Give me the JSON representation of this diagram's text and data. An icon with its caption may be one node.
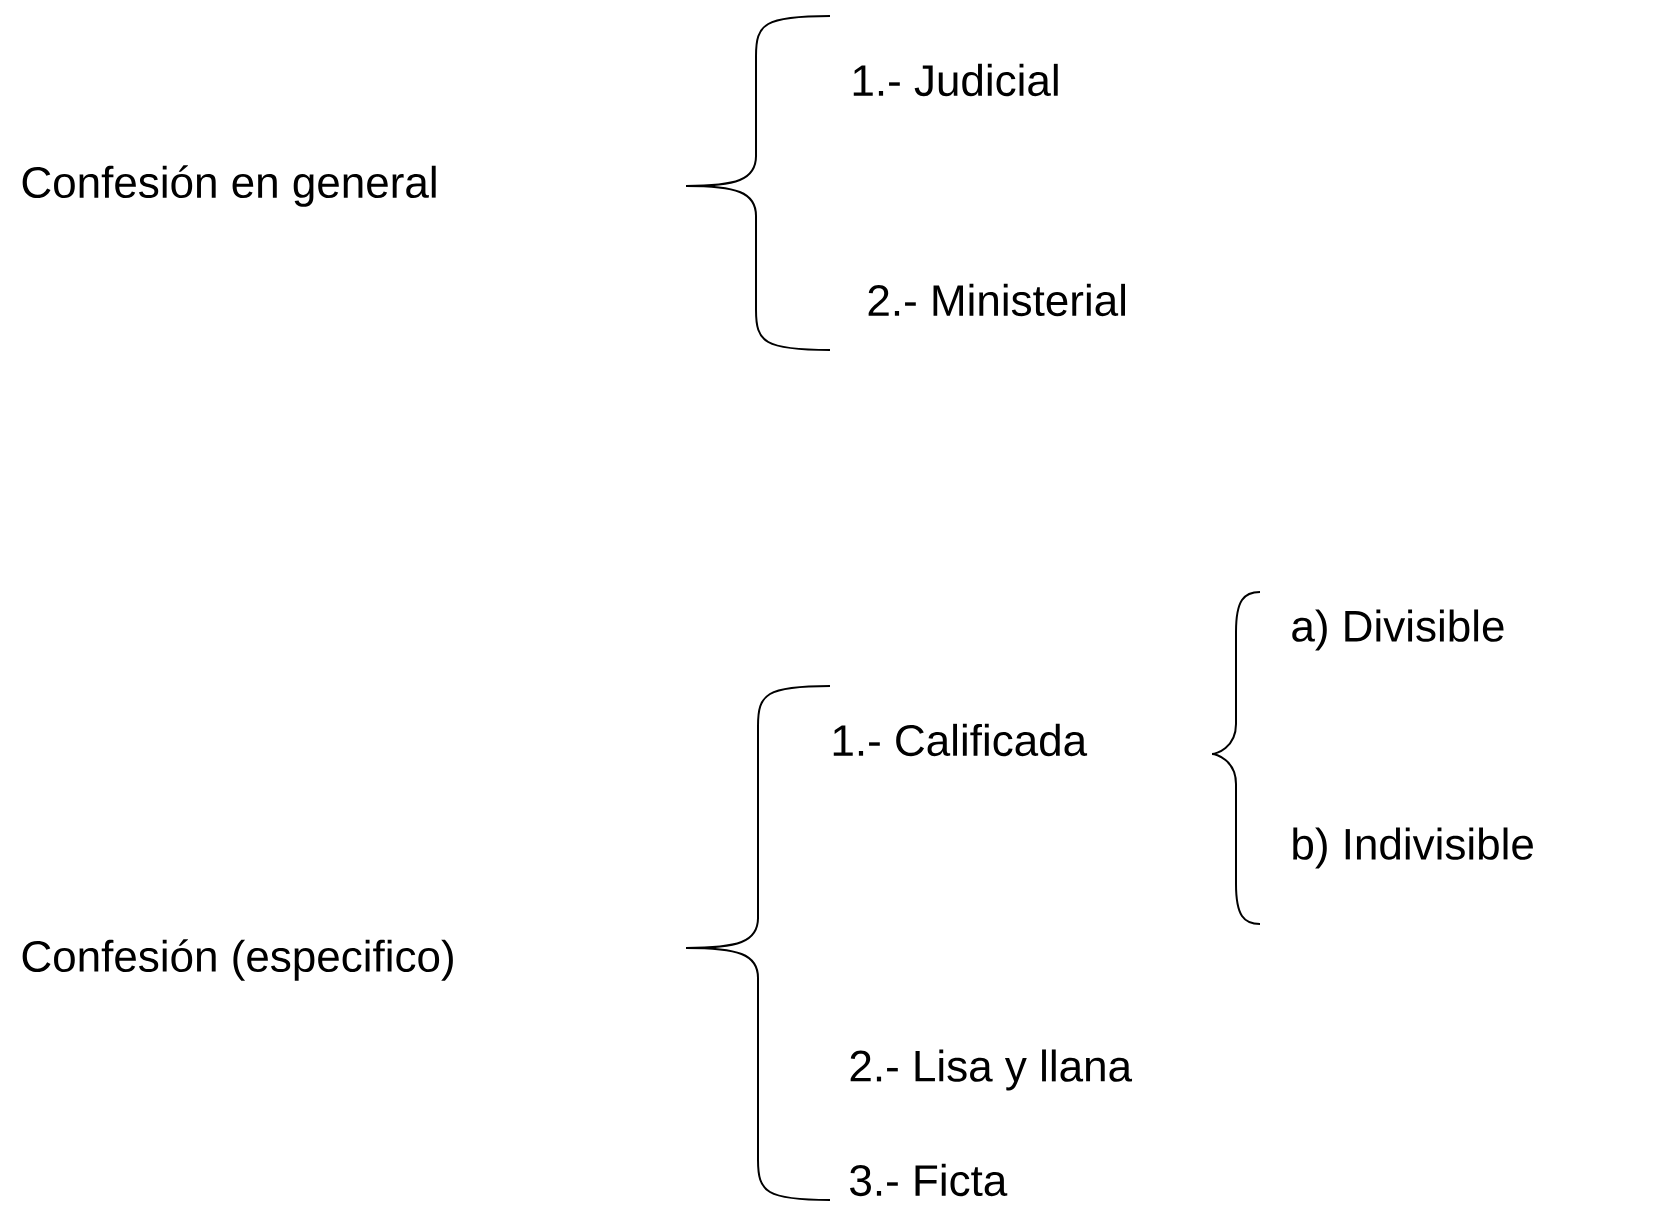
{
  "diagram": {
    "labels": [
      "1.- Judicial",
      "Confesión en general",
      "2.- Ministerial",
      "a) Divisible",
      "1.- Calificada",
      "b) Indivisible",
      "Confesión (especifico)",
      "2.- Lisa  y llana",
      "3.- Ficta"
    ]
  }
}
